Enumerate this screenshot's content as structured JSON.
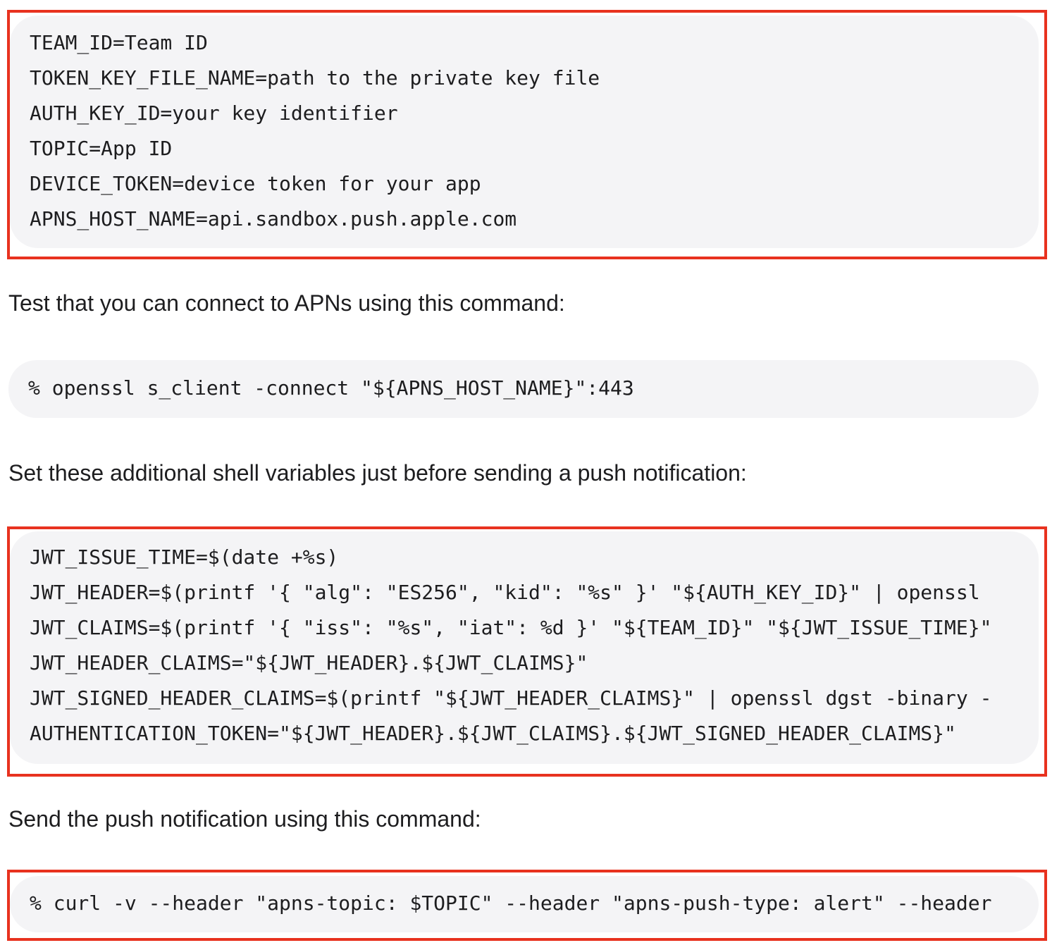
{
  "env_vars_block": {
    "lines": [
      "TEAM_ID=Team ID",
      "TOKEN_KEY_FILE_NAME=path to the private key file",
      "AUTH_KEY_ID=your key identifier",
      "TOPIC=App ID",
      "DEVICE_TOKEN=device token for your app",
      "APNS_HOST_NAME=api.sandbox.push.apple.com"
    ]
  },
  "test_connection_text": "Test that you can connect to APNs using this command:",
  "openssl_command": "% openssl s_client -connect \"${APNS_HOST_NAME}\":443",
  "additional_vars_text": "Set these additional shell variables just before sending a push notification:",
  "jwt_block": {
    "lines": [
      "JWT_ISSUE_TIME=$(date +%s)",
      "JWT_HEADER=$(printf '{ \"alg\": \"ES256\", \"kid\": \"%s\" }' \"${AUTH_KEY_ID}\" | openssl",
      "JWT_CLAIMS=$(printf '{ \"iss\": \"%s\", \"iat\": %d }' \"${TEAM_ID}\" \"${JWT_ISSUE_TIME}\"",
      "JWT_HEADER_CLAIMS=\"${JWT_HEADER}.${JWT_CLAIMS}\"",
      "JWT_SIGNED_HEADER_CLAIMS=$(printf \"${JWT_HEADER_CLAIMS}\" | openssl dgst -binary -",
      "AUTHENTICATION_TOKEN=\"${JWT_HEADER}.${JWT_CLAIMS}.${JWT_SIGNED_HEADER_CLAIMS}\""
    ]
  },
  "send_push_text": "Send the push notification using this command:",
  "curl_command": "% curl -v --header \"apns-topic: $TOPIC\" --header \"apns-push-type: alert\" --header",
  "colors": {
    "highlight": "#e8321f",
    "code_background": "#f4f4f6",
    "text": "#1d1d1f"
  }
}
